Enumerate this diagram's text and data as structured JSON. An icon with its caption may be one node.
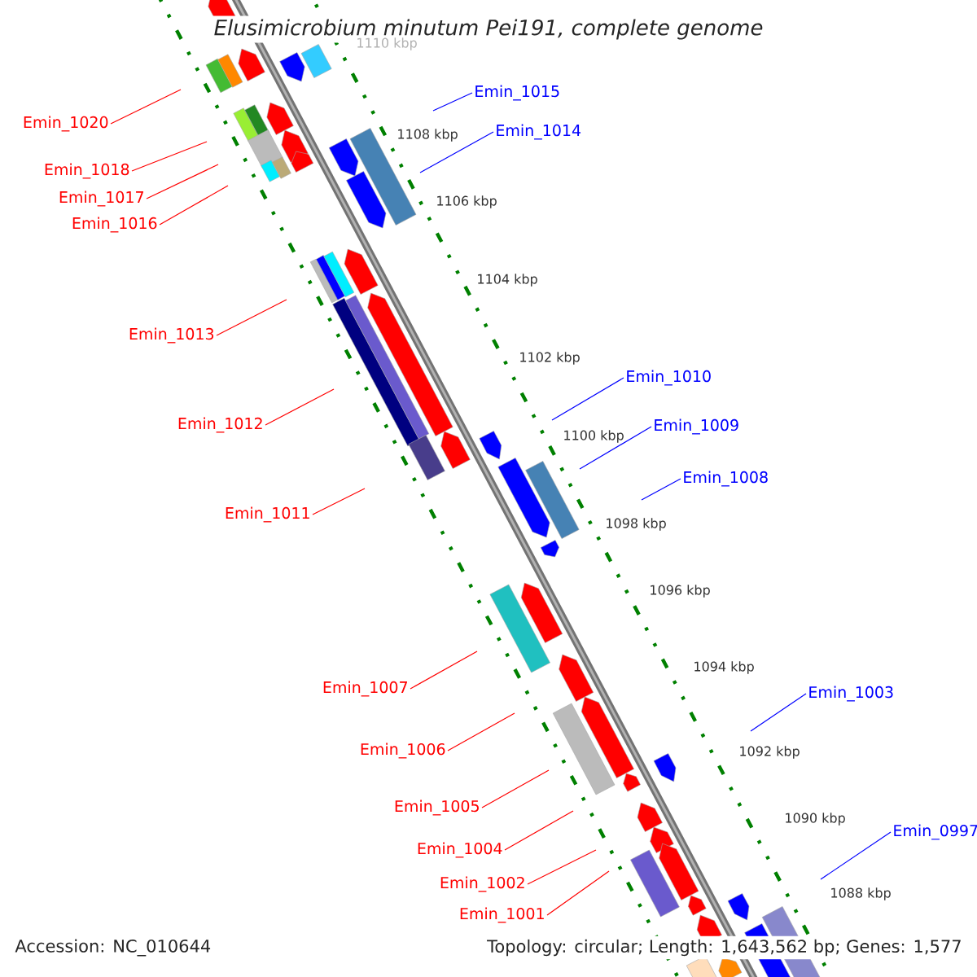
{
  "diagram": {
    "title": "Elusimicrobium minutum Pei191, complete genome",
    "nodes": [
      {
        "text": [
          "Emin_1015"
        ]
      },
      {
        "text": [
          "Emin_1020"
        ]
      },
      {
        "text": [
          "Emin_1014"
        ]
      },
      {
        "text": [
          "Emin_1018"
        ]
      },
      {
        "text": [
          "Emin_1017"
        ]
      },
      {
        "text": [
          "Emin_1016"
        ]
      },
      {
        "text": [
          "Emin_1013"
        ]
      },
      {
        "text": [
          "Emin_1010"
        ]
      },
      {
        "text": [
          "Emin_1012"
        ]
      },
      {
        "text": [
          "Emin_1009"
        ]
      },
      {
        "text": [
          "Emin_1008"
        ]
      },
      {
        "text": [
          "Emin_1011"
        ]
      },
      {
        "text": [
          "Emin_1007"
        ]
      },
      {
        "text": [
          "Emin_1003"
        ]
      },
      {
        "text": [
          "Emin_1006"
        ]
      },
      {
        "text": [
          "Emin_1005"
        ]
      },
      {
        "text": [
          "Emin_0997"
        ]
      },
      {
        "text": [
          "Emin_1004"
        ]
      },
      {
        "text": [
          "Emin_1002"
        ]
      },
      {
        "text": [
          "Emin_1001"
        ]
      }
    ],
    "edges": [
      {
        "from": 0,
        "to": null,
        "arrow": "none",
        "color": "#0000ff"
      },
      {
        "from": 1,
        "to": null,
        "arrow": "none"
      },
      {
        "from": 2,
        "to": null,
        "arrow": "none",
        "color": "#0000ff"
      },
      {
        "from": 3,
        "to": null,
        "arrow": "none"
      },
      {
        "from": 4,
        "to": null,
        "arrow": "none"
      },
      {
        "from": 5,
        "to": null,
        "arrow": "none"
      },
      {
        "from": 6,
        "to": null,
        "arrow": "none"
      },
      {
        "from": 7,
        "to": null,
        "arrow": "none",
        "color": "#0000ff"
      },
      {
        "from": 8,
        "to": null,
        "arrow": "none"
      },
      {
        "from": 9,
        "to": null,
        "arrow": "none",
        "color": "#0000ff"
      },
      {
        "from": 10,
        "to": null,
        "arrow": "none",
        "color": "#0000ff"
      },
      {
        "from": 11,
        "to": null,
        "arrow": "none"
      },
      {
        "from": 12,
        "to": null,
        "arrow": "none"
      },
      {
        "from": 13,
        "to": null,
        "arrow": "none",
        "color": "#0000ff"
      },
      {
        "from": 14,
        "to": null,
        "arrow": "none"
      },
      {
        "from": 15,
        "to": null,
        "arrow": "none"
      },
      {
        "from": 16,
        "to": null,
        "arrow": "none",
        "color": "#0000ff"
      },
      {
        "from": 17,
        "to": null,
        "arrow": "none"
      },
      {
        "from": 18,
        "to": null,
        "arrow": "none"
      },
      {
        "from": 19,
        "to": null,
        "arrow": "none"
      }
    ],
    "labels": [
      "1110 kbp",
      "1108 kbp",
      "1106 kbp",
      "1104 kbp",
      "1102 kbp",
      "1100 kbp",
      "1098 kbp",
      "1096 kbp",
      "1094 kbp",
      "1092 kbp",
      "1090 kbp",
      "1088 kbp",
      "Accession: NC_010644",
      "Topology: circular; Length: 1,643,562 bp; Genes: 1,577"
    ]
  }
}
